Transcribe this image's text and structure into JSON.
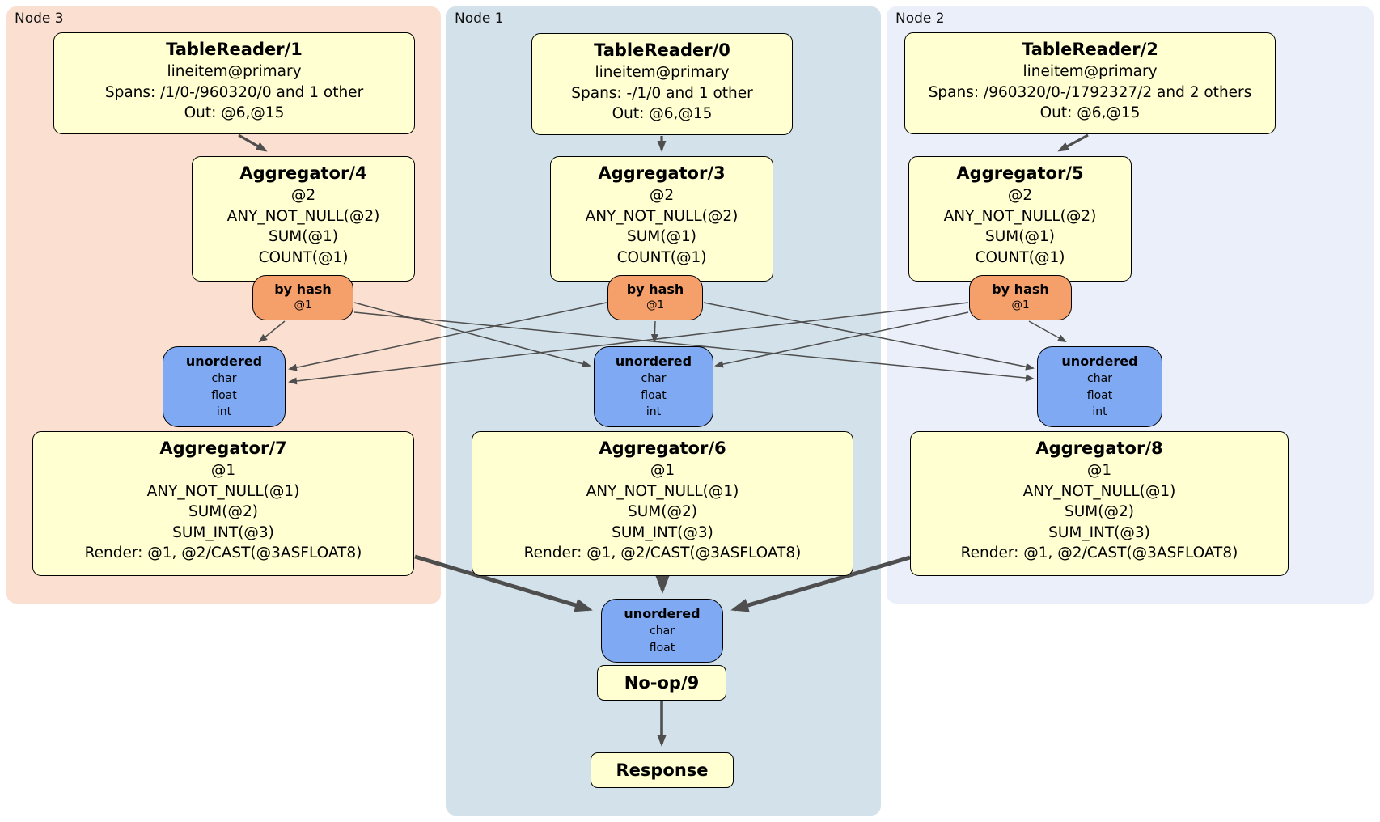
{
  "regions": {
    "node3": {
      "label": "Node 3",
      "bg": "#FBE0D1"
    },
    "node1": {
      "label": "Node 1",
      "bg": "#D3E1EA"
    },
    "node2": {
      "label": "Node 2",
      "bg": "#EBEFF9"
    }
  },
  "ops": {
    "tr1": {
      "title": "TableReader/1",
      "lines": [
        "lineitem@primary",
        "Spans: /1/0-/960320/0 and 1 other",
        "Out: @6,@15"
      ]
    },
    "tr0": {
      "title": "TableReader/0",
      "lines": [
        "lineitem@primary",
        "Spans: -/1/0 and 1 other",
        "Out: @6,@15"
      ]
    },
    "tr2": {
      "title": "TableReader/2",
      "lines": [
        "lineitem@primary",
        "Spans: /960320/0-/1792327/2 and 2 others",
        "Out: @6,@15"
      ]
    },
    "agg4": {
      "title": "Aggregator/4",
      "lines": [
        "@2",
        "ANY_NOT_NULL(@2)",
        "SUM(@1)",
        "COUNT(@1)"
      ]
    },
    "agg3": {
      "title": "Aggregator/3",
      "lines": [
        "@2",
        "ANY_NOT_NULL(@2)",
        "SUM(@1)",
        "COUNT(@1)"
      ]
    },
    "agg5": {
      "title": "Aggregator/5",
      "lines": [
        "@2",
        "ANY_NOT_NULL(@2)",
        "SUM(@1)",
        "COUNT(@1)"
      ]
    },
    "agg7": {
      "title": "Aggregator/7",
      "lines": [
        "@1",
        "ANY_NOT_NULL(@1)",
        "SUM(@2)",
        "SUM_INT(@3)",
        "Render: @1, @2/CAST(@3ASFLOAT8)"
      ]
    },
    "agg6": {
      "title": "Aggregator/6",
      "lines": [
        "@1",
        "ANY_NOT_NULL(@1)",
        "SUM(@2)",
        "SUM_INT(@3)",
        "Render: @1, @2/CAST(@3ASFLOAT8)"
      ]
    },
    "agg8": {
      "title": "Aggregator/8",
      "lines": [
        "@1",
        "ANY_NOT_NULL(@1)",
        "SUM(@2)",
        "SUM_INT(@3)",
        "Render: @1, @2/CAST(@3ASFLOAT8)"
      ]
    },
    "router3": {
      "title": "by hash",
      "sub": "@1"
    },
    "router1": {
      "title": "by hash",
      "sub": "@1"
    },
    "router2": {
      "title": "by hash",
      "sub": "@1"
    },
    "sync3": {
      "title": "unordered",
      "items": [
        "char",
        "float",
        "int"
      ]
    },
    "sync1": {
      "title": "unordered",
      "items": [
        "char",
        "float",
        "int"
      ]
    },
    "sync2": {
      "title": "unordered",
      "items": [
        "char",
        "float",
        "int"
      ]
    },
    "sync_final": {
      "title": "unordered",
      "items": [
        "char",
        "float"
      ]
    },
    "noop": {
      "title": "No-op/9"
    },
    "response": {
      "title": "Response"
    }
  },
  "colors": {
    "operator_fill": "#FFFFD1",
    "router_fill": "#F5A06A",
    "sync_fill": "#7FA9F2",
    "edge": "#4E4E4E",
    "border": "#000000"
  }
}
